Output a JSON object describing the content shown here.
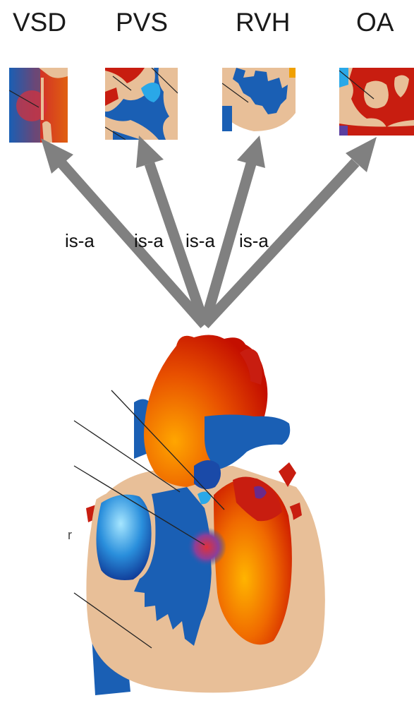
{
  "subtypes": [
    {
      "label": "VSD"
    },
    {
      "label": "PVS"
    },
    {
      "label": "RVH"
    },
    {
      "label": "OA"
    }
  ],
  "relations": [
    {
      "label": "is-a"
    },
    {
      "label": "is-a"
    },
    {
      "label": "is-a"
    },
    {
      "label": "is-a"
    }
  ],
  "colors": {
    "arrow": "#808080",
    "oxygenated": "#cc1100",
    "deoxygenated": "#1a5fb4",
    "tissue": "#e8bf98"
  }
}
